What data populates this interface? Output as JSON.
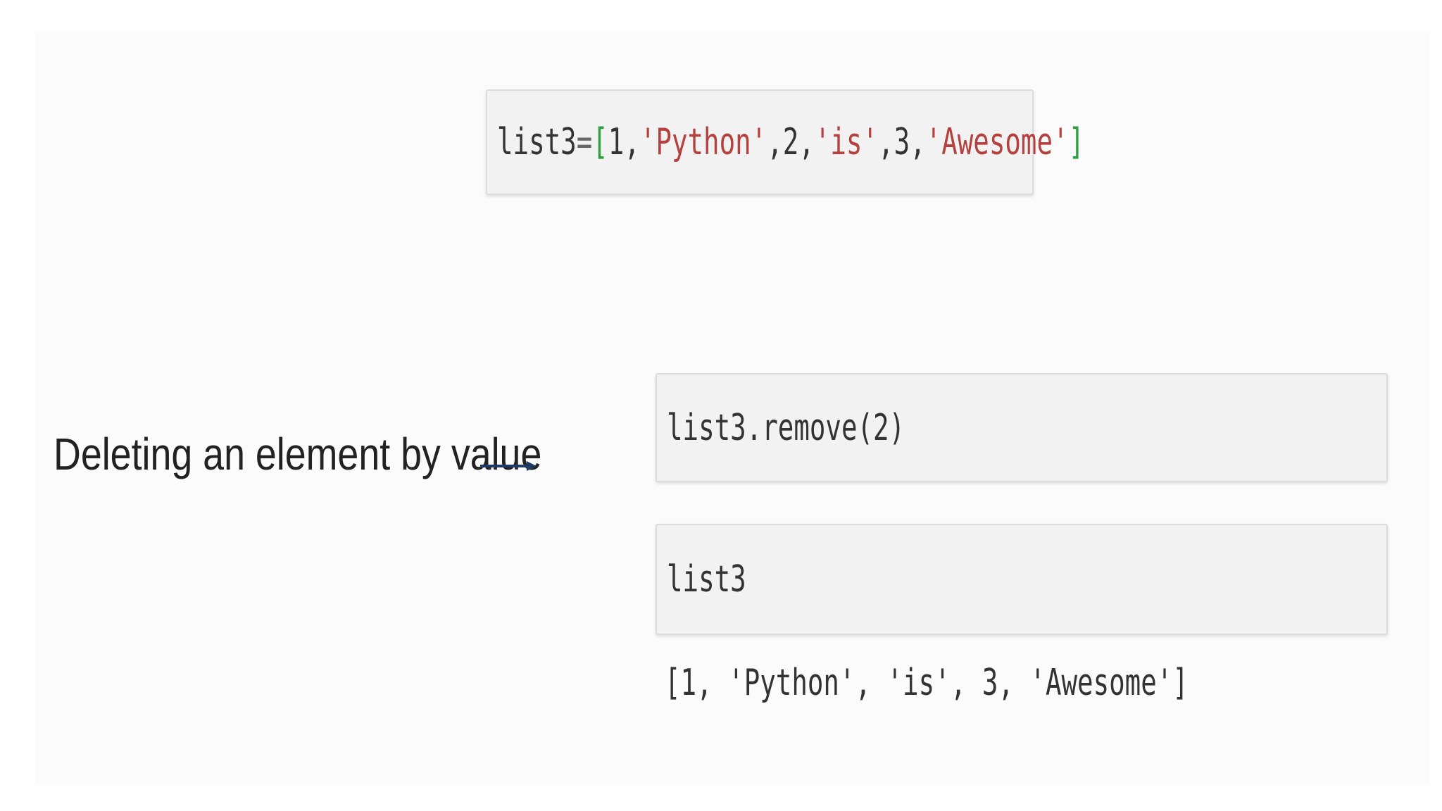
{
  "cells": {
    "definition": {
      "name": "list3",
      "assign": "=",
      "open_bracket": "[",
      "close_bracket": "]",
      "tokens": [
        "1",
        ",",
        "'Python'",
        ",",
        "2",
        ",",
        "'is'",
        ",",
        "3",
        ",",
        "'Awesome'"
      ]
    },
    "remove_call": "list3.remove(2)",
    "inspect": "list3"
  },
  "output": "[1, 'Python', 'is', 3, 'Awesome']",
  "caption": "Deleting an element by value",
  "colors": {
    "bracket": "#2e9e3e",
    "string": "#b5413f",
    "text": "#333333",
    "arrow": "#1f3b63"
  },
  "icons": {
    "arrow": "right-arrow-icon"
  }
}
